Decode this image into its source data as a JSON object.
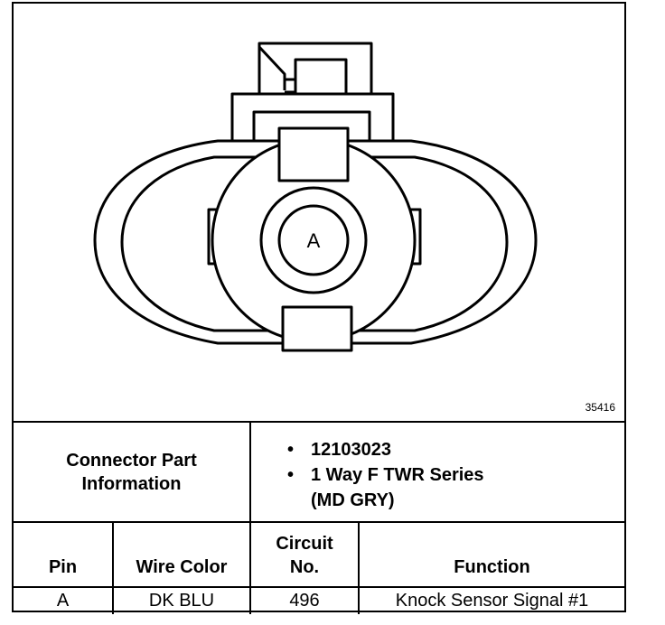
{
  "diagram": {
    "pin_label": "A",
    "figure_number": "35416"
  },
  "part_info": {
    "label_lines": [
      "Connector Part",
      "Information"
    ],
    "bullet_symbol": "•",
    "items": [
      {
        "lines": [
          "12103023"
        ]
      },
      {
        "lines": [
          "1 Way F TWR Series",
          "(MD GRY)"
        ]
      }
    ]
  },
  "pin_table": {
    "headers": {
      "pin": [
        "Pin"
      ],
      "wire_color": [
        "Wire Color"
      ],
      "circuit": [
        "Circuit",
        "No."
      ],
      "function": [
        "Function"
      ]
    },
    "rows": [
      {
        "pin": "A",
        "wire_color": "DK BLU",
        "circuit": "496",
        "function": "Knock Sensor Signal #1"
      }
    ]
  }
}
